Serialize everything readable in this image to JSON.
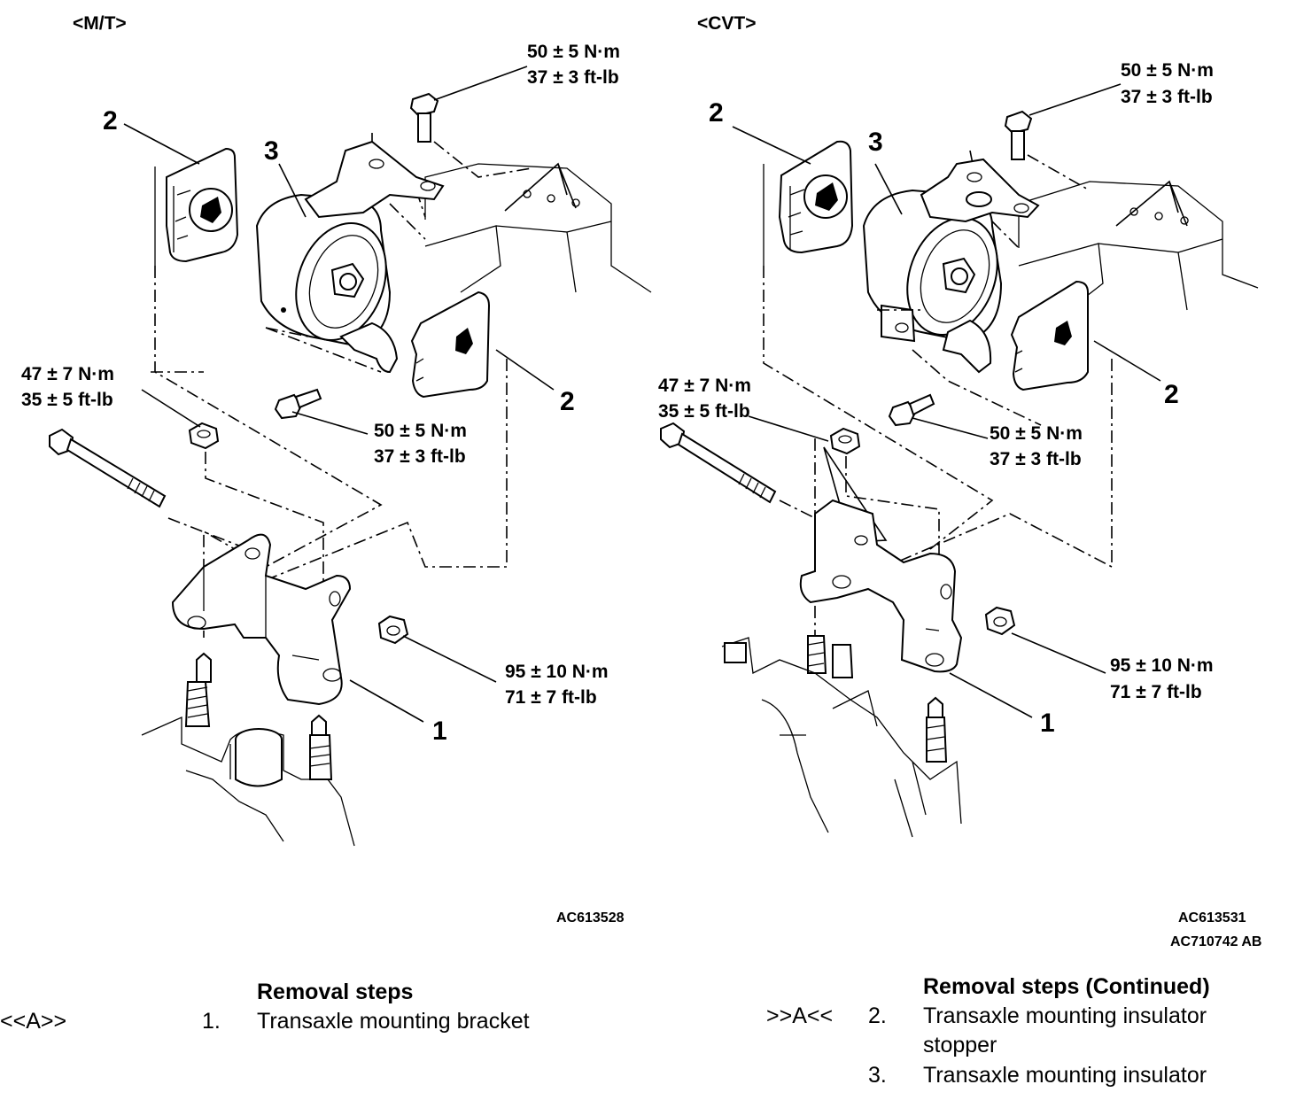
{
  "variants": [
    {
      "title": "<M/T>",
      "figure_id": "AC613528",
      "torques": [
        {
          "nm": "50 ± 5 N·m",
          "ftlb": "37 ± 3 ft-lb"
        },
        {
          "nm": "47 ± 7 N·m",
          "ftlb": "35 ± 5 ft-lb"
        },
        {
          "nm": "50 ± 5 N·m",
          "ftlb": "37 ± 3 ft-lb"
        },
        {
          "nm": "95 ± 10 N·m",
          "ftlb": "71 ± 7 ft-lb"
        }
      ],
      "callouts": [
        "2",
        "3",
        "2",
        "1"
      ]
    },
    {
      "title": "<CVT>",
      "figure_id": "AC613531",
      "figure_id_2": "AC710742 AB",
      "torques": [
        {
          "nm": "50 ± 5 N·m",
          "ftlb": "37 ± 3 ft-lb"
        },
        {
          "nm": "47 ± 7 N·m",
          "ftlb": "35 ± 5 ft-lb"
        },
        {
          "nm": "50 ± 5 N·m",
          "ftlb": "37 ± 3 ft-lb"
        },
        {
          "nm": "95 ± 10 N·m",
          "ftlb": "71 ± 7 ft-lb"
        }
      ],
      "callouts": [
        "2",
        "3",
        "2",
        "1"
      ]
    }
  ],
  "removal_steps": {
    "left": {
      "heading": "Removal steps",
      "items": [
        {
          "marker": "<<A>>",
          "num": "1.",
          "text": "Transaxle mounting bracket"
        }
      ]
    },
    "right": {
      "heading": "Removal steps (Continued)",
      "items": [
        {
          "marker": ">>A<<",
          "num": "2.",
          "text": "Transaxle mounting insulator",
          "text2": "stopper"
        },
        {
          "marker": "",
          "num": "3.",
          "text": "Transaxle mounting insulator"
        }
      ]
    }
  }
}
